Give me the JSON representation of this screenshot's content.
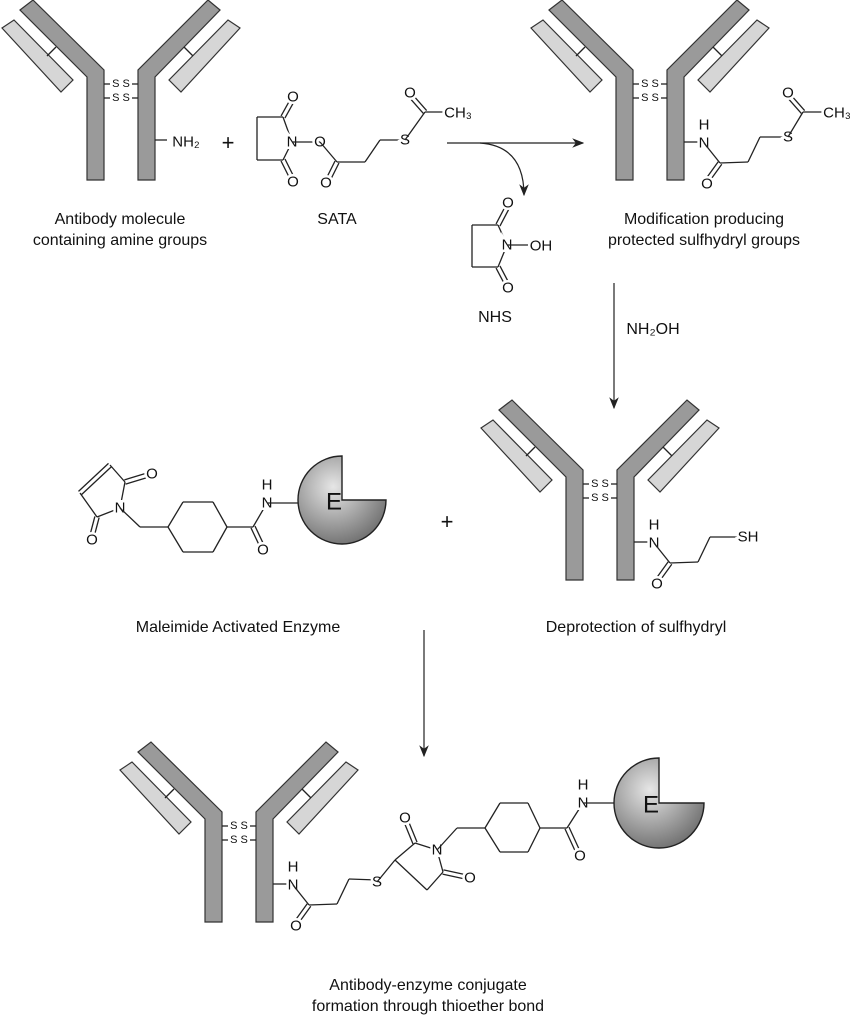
{
  "captions": {
    "antibody_line1": "Antibody molecule",
    "antibody_line2": "containing amine groups",
    "sata": "SATA",
    "nhs": "NHS",
    "modification_line1": "Modification producing",
    "modification_line2": "protected sulfhydryl groups",
    "reagent": "NH₂OH",
    "maleimide": "Maleimide Activated Enzyme",
    "deprotection": "Deprotection of sulfhydryl",
    "conjugate_line1": "Antibody-enzyme conjugate",
    "conjugate_line2": "formation through thioether bond",
    "plus": "+"
  },
  "atoms": {
    "O": "O",
    "N": "N",
    "H": "H",
    "S": "S",
    "E": "E",
    "SH": "SH",
    "OH": "OH",
    "NH2": "NH₂",
    "CH3": "CH₃",
    "SS": "S S"
  },
  "colors": {
    "heavy_chain": "#9a9a9a",
    "light_chain": "#d6d6d6",
    "enzyme": "#8a8a8a"
  }
}
